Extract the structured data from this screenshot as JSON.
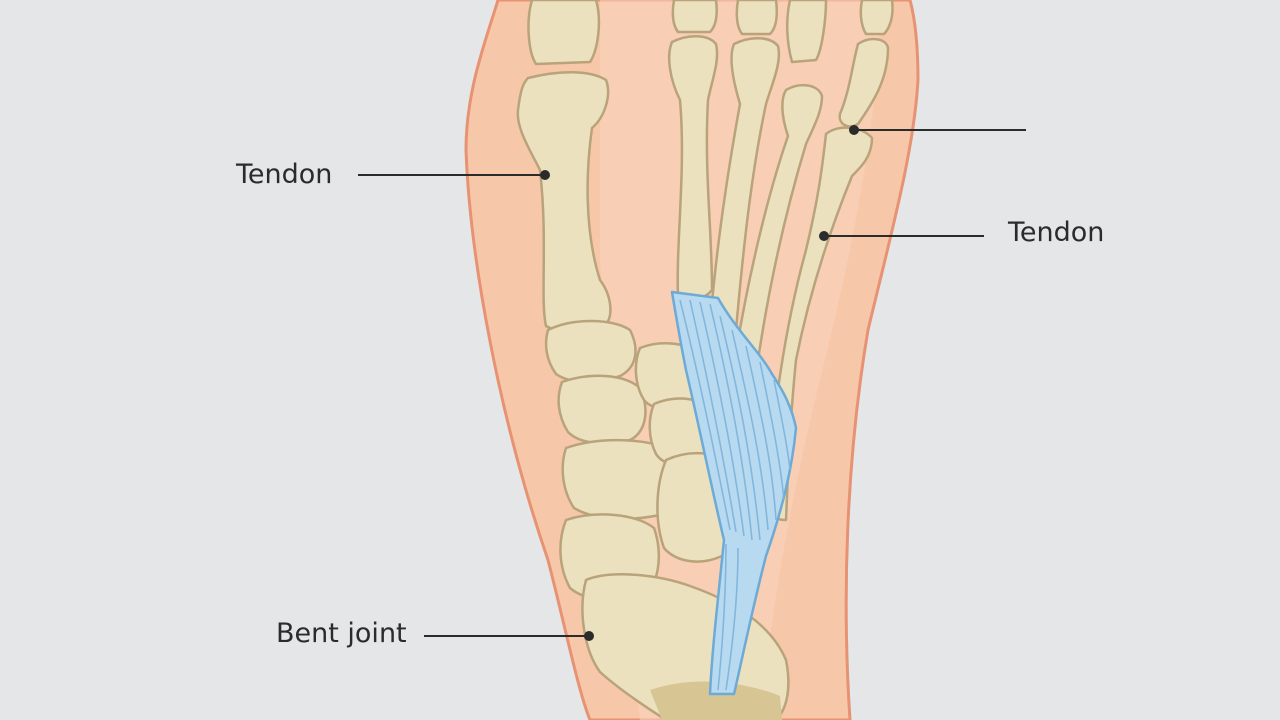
{
  "colors": {
    "background": "#e4e6e8",
    "skin": "#f7c7aa",
    "skin_outline": "#e79373",
    "bone": "#ece1bf",
    "bone_outline": "#b9a37a",
    "tendon": "#b7daf0",
    "tendon_outline": "#6eaad6",
    "leader_line": "#2b2b2b"
  },
  "labels": {
    "tendon_left": "Tendon",
    "tendon_right": "Tendon",
    "bent_joint": "Bent joint",
    "top_right": ""
  }
}
